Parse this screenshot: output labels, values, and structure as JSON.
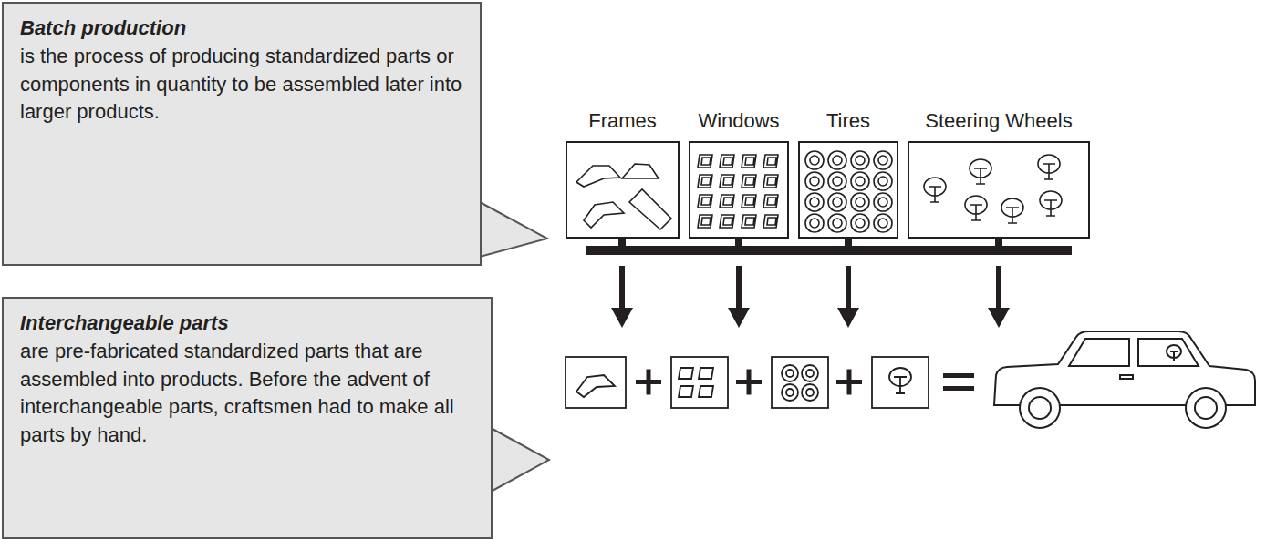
{
  "diagram": {
    "nodes": [
      {
        "text": [
          "Batch production",
          "is the process of producing standardized parts or components in quantity to be assembled later into larger products."
        ]
      },
      {
        "text": [
          "Interchangeable parts",
          "are pre-fabricated standardized parts that are assembled into products. Before the advent of interchangeable parts, craftsmen had to make all parts by hand."
        ]
      },
      {
        "text": [
          "Frames"
        ]
      },
      {
        "text": [
          "Windows"
        ]
      },
      {
        "text": [
          "Tires"
        ]
      },
      {
        "text": [
          "Steering Wheels"
        ]
      }
    ]
  }
}
